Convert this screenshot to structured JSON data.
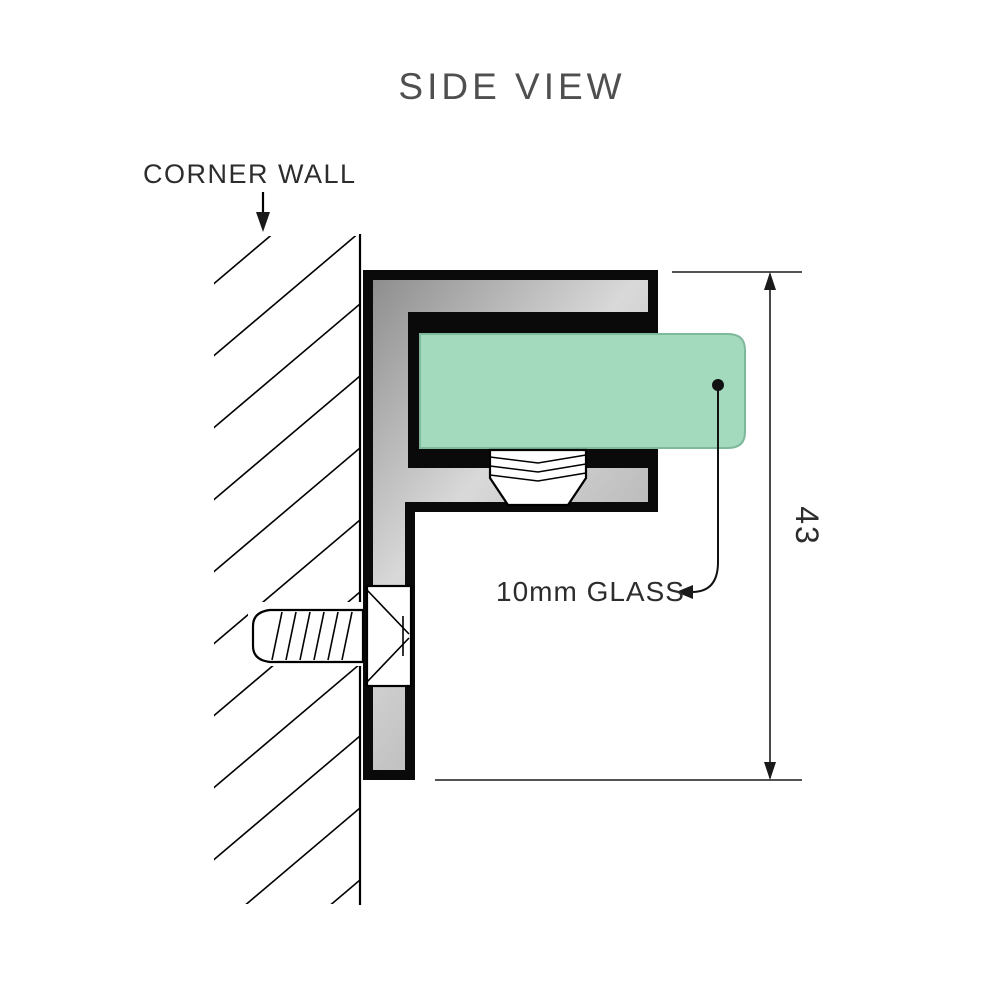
{
  "title": "SIDE VIEW",
  "labels": {
    "corner_wall": "CORNER WALL",
    "glass": "10mm GLASS",
    "dimension_height": "43"
  },
  "measurements": {
    "glass_thickness": "10mm",
    "bracket_height": "43"
  },
  "colors": {
    "title_text": "#4f4f4f",
    "text": "#2d2d2d",
    "outline": "#000000",
    "glass_fill": "#a3d9bd",
    "glass_stroke": "#7fb99b",
    "metal_dark": "#8e8e8e",
    "metal_light": "#d9d9d9",
    "metal_mid": "#a8a8a8",
    "background": "#ffffff"
  }
}
